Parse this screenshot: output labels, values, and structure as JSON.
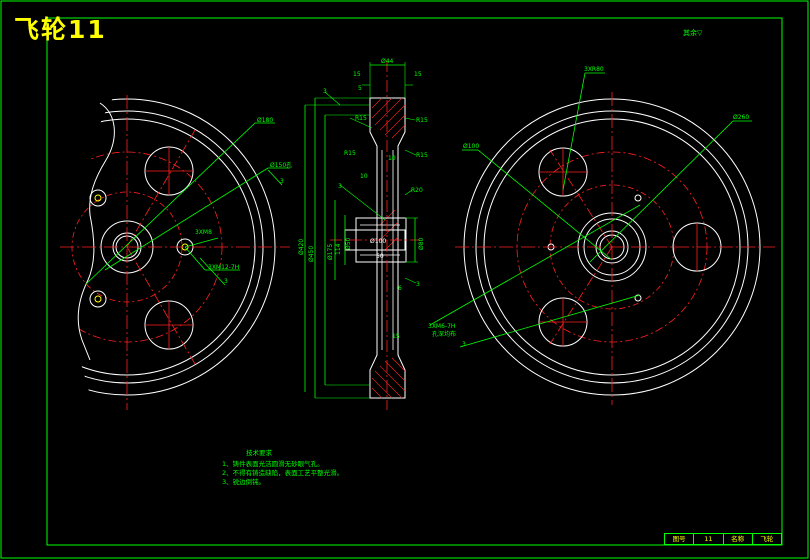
{
  "title": "飞轮11",
  "roughness": "其余▽",
  "notes": {
    "heading": "技术要求",
    "items": [
      "1、铸件表面光洁圆滑无砂眼气孔。",
      "2、不得有铸造缺陷，表面工艺平整光滑。",
      "3、锐边倒钝。"
    ]
  },
  "title_block": {
    "label1": "图号",
    "value1": "11",
    "label2": "名称",
    "value2": "飞轮"
  },
  "dims": {
    "d180": "Ø180",
    "d150h": "Ø150孔",
    "c3a": "3",
    "m3x": "3XM8",
    "m3x7h": "3XM12-7H",
    "c3b": "3",
    "top_dim": "Ø44",
    "d15a": "15",
    "d15b": "15",
    "w5": "5",
    "r15a": "R15",
    "r15b": "R15",
    "r15c": "R15",
    "r15d": "R15",
    "r20": "R20",
    "v10": "10",
    "v10b": "10",
    "c3c": "3",
    "d420": "Ø420",
    "d450": "Ø450",
    "d175": "Ø175",
    "d114": "114",
    "d50": "Ø50",
    "d80": "Ø80",
    "s100": "Ø100",
    "s50": "50",
    "c3d": "3",
    "v6": "6",
    "v15": "15",
    "r3": "3XR80",
    "d260": "Ø260",
    "d100": "Ø100",
    "c3e": "3",
    "m3x7h2": "3XM6-7H",
    "spread": "孔深均布"
  }
}
